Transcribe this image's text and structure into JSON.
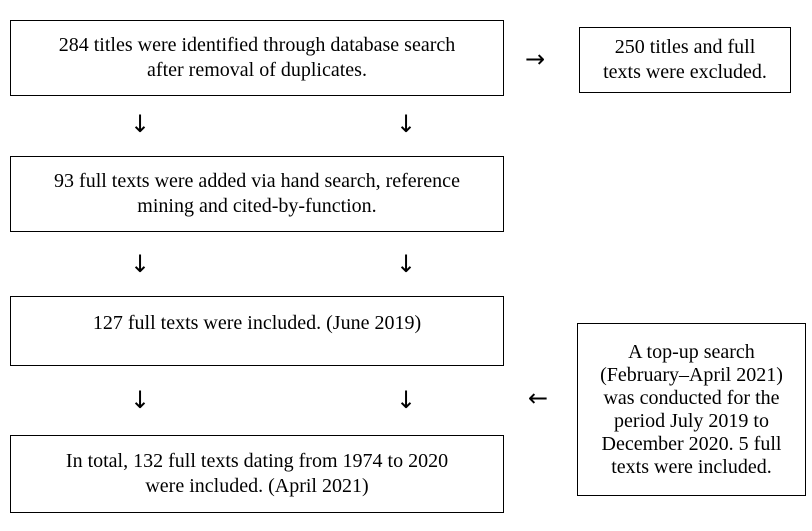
{
  "boxes": {
    "identified": {
      "lines": [
        "284 titles were identified through database search",
        "after removal of duplicates."
      ]
    },
    "excluded": {
      "lines": [
        "250 titles and full",
        "texts were excluded."
      ]
    },
    "added": {
      "lines": [
        "93 full texts were added via hand search, reference",
        "mining and cited-by-function."
      ]
    },
    "included_2019": {
      "lines": [
        "127 full texts were included. (June 2019)"
      ]
    },
    "topup": {
      "lines": [
        "A top-up search",
        "(February–April 2021)",
        "was conducted for the",
        "period July 2019 to",
        "December 2020. 5 full",
        "texts were included."
      ]
    },
    "total": {
      "lines": [
        "In total, 132 full texts dating from 1974 to 2020",
        "were included. (April 2021)"
      ]
    }
  },
  "arrows": {
    "right": "→",
    "down": "↓",
    "left": "←"
  }
}
